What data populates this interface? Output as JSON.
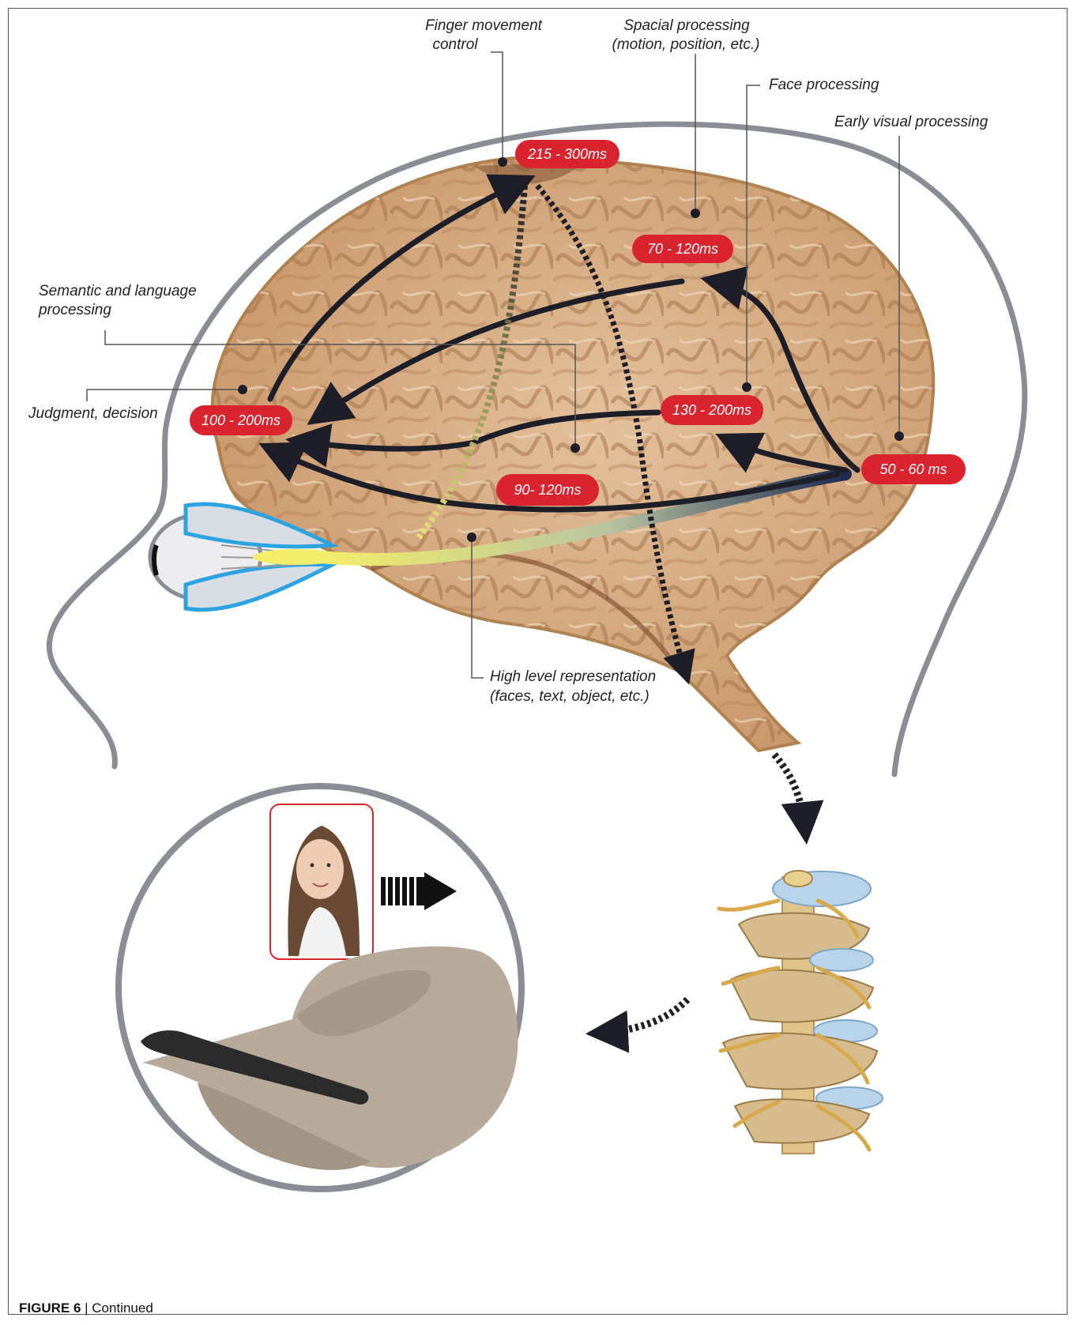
{
  "figure": {
    "caption_label": "FIGURE 6",
    "caption_separator": " | ",
    "caption_text": "Continued"
  },
  "regions": {
    "finger_movement": [
      "Finger movement",
      "control"
    ],
    "spatial": [
      "Spacial processing",
      "(motion, position, etc.)"
    ],
    "face": [
      "Face processing"
    ],
    "early_visual": [
      "Early visual processing"
    ],
    "semantic": [
      "Semantic and language",
      "processing"
    ],
    "judgment": [
      "Judgment, decision"
    ],
    "high_level": [
      "High level representation",
      "(faces, text, object, etc.)"
    ]
  },
  "timings": {
    "t_finger": "215 - 300ms",
    "t_spatial": "70 - 120ms",
    "t_judgment": "100 - 200ms",
    "t_face": "130 - 200ms",
    "t_early": "50 - 60 ms",
    "t_high": "90- 120ms"
  },
  "colors": {
    "pill": "#d9232e",
    "arrow": "#1e1e28",
    "head_outline": "#8a8d93",
    "brain_fill": "#d9b089",
    "brain_dark": "#9a6a42",
    "eye_outline": "#2aa3e0",
    "optic_path": "#f2ee6a"
  }
}
